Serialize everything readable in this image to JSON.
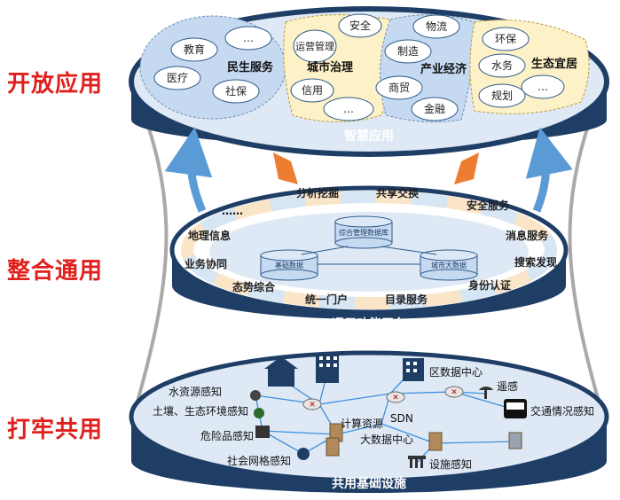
{
  "side_labels": {
    "top": "开放应用",
    "middle": "整合通用",
    "bottom": "打牢共用"
  },
  "top_layer": {
    "band_label": "智慧应用",
    "groups": [
      {
        "title": "民生服务",
        "items": [
          "教育",
          "…",
          "医疗",
          "社保"
        ]
      },
      {
        "title": "城市治理",
        "items": [
          "运营管理",
          "安全",
          "信用",
          "…"
        ]
      },
      {
        "title": "产业经济",
        "items": [
          "物流",
          "制造",
          "商贸",
          "金融"
        ]
      },
      {
        "title": "生态宜居",
        "items": [
          "环保",
          "水务",
          "规划",
          "…"
        ]
      }
    ]
  },
  "middle_layer": {
    "band_label": "通用功能平台",
    "ring_items": [
      "分析挖掘",
      "共享交换",
      "安全服务",
      "消息服务",
      "搜索发现",
      "身份认证",
      "目录服务",
      "统一门户",
      "态势综合",
      "业务协同",
      "地理信息",
      "……"
    ],
    "db_center": "综合管理数据库",
    "db_left": "基础数据",
    "db_right": "城市大数据"
  },
  "bottom_layer": {
    "band_label": "共用基础设施",
    "nodes": [
      "区数据中心",
      "水资源感知",
      "遥感",
      "土壤、生态环境感知",
      "SDN",
      "交通情况感知",
      "危险品感知",
      "计算资源",
      "大数据中心",
      "社会网格感知",
      "设施感知"
    ]
  },
  "colors": {
    "band_dark": "#1f3e66",
    "disc_light": "#dfe9f5",
    "accent_red": "#e0201c",
    "arrow_blue": "#5b9bd5",
    "arrow_orange": "#ed7d31",
    "group_blue": "#c5d9f1",
    "group_yellow": "#fdf1c7"
  }
}
